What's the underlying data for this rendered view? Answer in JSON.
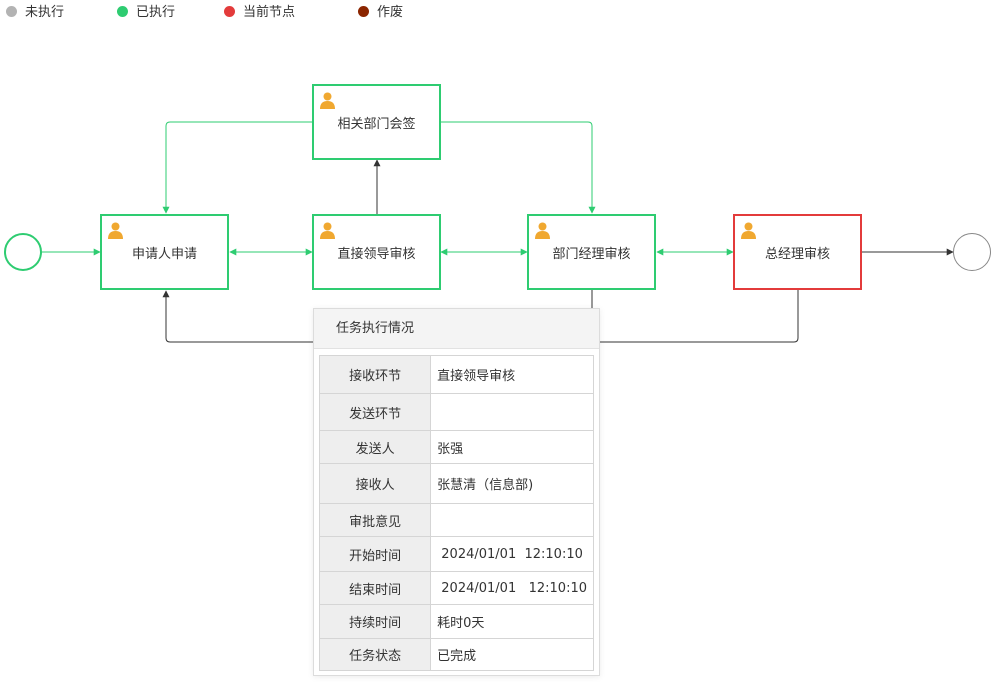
{
  "legend": [
    {
      "label": "未执行",
      "color": "#b3b3b3"
    },
    {
      "label": "已执行",
      "color": "#2ecc71"
    },
    {
      "label": "当前节点",
      "color": "#e33b3b"
    },
    {
      "label": "作废",
      "color": "#8b2500"
    }
  ],
  "colors": {
    "executed": "#2ecc71",
    "current": "#e33b3b",
    "pending": "#333333",
    "node_icon": "#f0a830"
  },
  "nodes": {
    "apply": {
      "label": "申请人申请",
      "status": "executed",
      "icon": "user-icon"
    },
    "leader": {
      "label": "直接领导审核",
      "status": "executed",
      "icon": "user-icon"
    },
    "countersign": {
      "label": "相关部门会签",
      "status": "executed",
      "icon": "user-icon"
    },
    "dept_manager": {
      "label": "部门经理审核",
      "status": "executed",
      "icon": "user-icon"
    },
    "gm": {
      "label": "总经理审核",
      "status": "current",
      "icon": "user-icon"
    }
  },
  "popup": {
    "title": "任务执行情况",
    "rows": [
      {
        "key": "接收环节",
        "value": "直接领导审核"
      },
      {
        "key": "发送环节",
        "value": ""
      },
      {
        "key": "发送人",
        "value": "张强"
      },
      {
        "key": "接收人",
        "value": "张慧清（信息部)"
      },
      {
        "key": "审批意见",
        "value": ""
      },
      {
        "key": "开始时间",
        "value": " 2024/01/01  12:10:10"
      },
      {
        "key": "结束时间",
        "value": " 2024/01/01   12:10:10"
      },
      {
        "key": "持续时间",
        "value": "耗时0天"
      },
      {
        "key": "任务状态",
        "value": "已完成"
      }
    ]
  }
}
